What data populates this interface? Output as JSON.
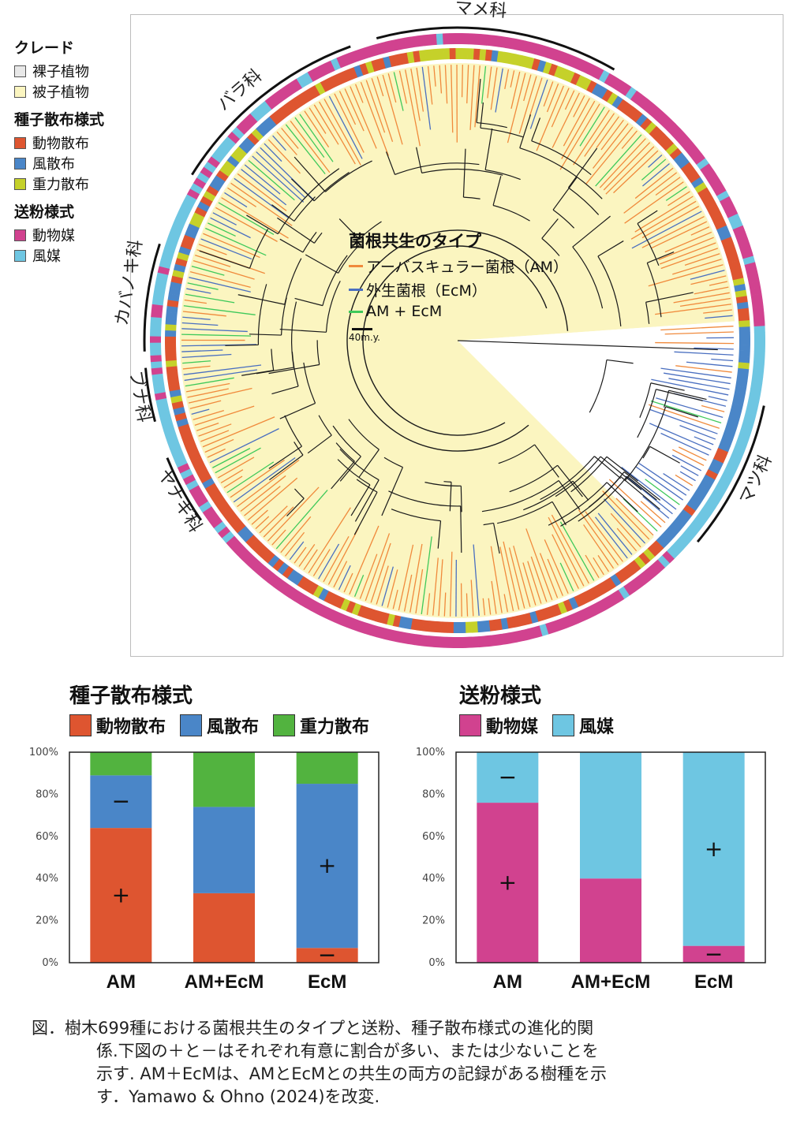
{
  "legend": {
    "clade_title": "クレード",
    "clade_items": [
      {
        "label": "裸子植物",
        "color": "#e8e8e8"
      },
      {
        "label": "被子植物",
        "color": "#fbf5c0"
      }
    ],
    "seed_title": "種子散布様式",
    "seed_items": [
      {
        "label": "動物散布",
        "color": "#de5530"
      },
      {
        "label": "風散布",
        "color": "#4a86c8"
      },
      {
        "label": "重力散布",
        "color": "#c5d12a"
      }
    ],
    "pollen_title": "送粉様式",
    "pollen_items": [
      {
        "label": "動物媒",
        "color": "#d1428f"
      },
      {
        "label": "風媒",
        "color": "#6ec6e2"
      }
    ]
  },
  "tree": {
    "families": [
      "マメ科",
      "バラ科",
      "カバノキ科",
      "ブナ科",
      "ヤナギ科",
      "マツ科"
    ],
    "inner_legend_title": "菌根共生のタイプ",
    "inner_legend_items": [
      {
        "label": "アーバスキュラー菌根（AM）",
        "color": "#f08a3c"
      },
      {
        "label": "外生菌根（EcM）",
        "color": "#4a6fc0"
      },
      {
        "label": "AM + EcM",
        "color": "#3ec95a"
      }
    ],
    "scale_label": "40m.y."
  },
  "charts": [
    {
      "title": "種子散布様式",
      "legend": [
        {
          "label": "動物散布",
          "color": "#de5530"
        },
        {
          "label": "風散布",
          "color": "#4a86c8"
        },
        {
          "label": "重力散布",
          "color": "#52b33f"
        }
      ],
      "yticks": [
        "100%",
        "80%",
        "60%",
        "40%",
        "20%",
        "0%"
      ],
      "chart_data": {
        "type": "bar",
        "stacked": true,
        "categories": [
          "AM",
          "AM+EcM",
          "EcM"
        ],
        "series": [
          {
            "name": "動物散布",
            "values": [
              64,
              33,
              7
            ]
          },
          {
            "name": "風散布",
            "values": [
              25,
              41,
              78
            ]
          },
          {
            "name": "重力散布",
            "values": [
              11,
              26,
              15
            ]
          }
        ],
        "ylim": [
          0,
          100
        ],
        "annotations": [
          {
            "category": "AM",
            "series": "動物散布",
            "sign": "+"
          },
          {
            "category": "AM",
            "series": "風散布",
            "sign": "−"
          },
          {
            "category": "EcM",
            "series": "風散布",
            "sign": "+"
          },
          {
            "category": "EcM",
            "series": "動物散布",
            "sign": "−"
          }
        ]
      }
    },
    {
      "title": "送粉様式",
      "legend": [
        {
          "label": "動物媒",
          "color": "#d1428f"
        },
        {
          "label": "風媒",
          "color": "#6ec6e2"
        }
      ],
      "yticks": [
        "100%",
        "80%",
        "60%",
        "40%",
        "20%",
        "0%"
      ],
      "chart_data": {
        "type": "bar",
        "stacked": true,
        "categories": [
          "AM",
          "AM+EcM",
          "EcM"
        ],
        "series": [
          {
            "name": "動物媒",
            "values": [
              76,
              40,
              8
            ]
          },
          {
            "name": "風媒",
            "values": [
              24,
              60,
              92
            ]
          }
        ],
        "ylim": [
          0,
          100
        ],
        "annotations": [
          {
            "category": "AM",
            "series": "動物媒",
            "sign": "+"
          },
          {
            "category": "AM",
            "series": "風媒",
            "sign": "−"
          },
          {
            "category": "EcM",
            "series": "風媒",
            "sign": "+"
          },
          {
            "category": "EcM",
            "series": "動物媒",
            "sign": "−"
          }
        ]
      }
    }
  ],
  "caption": {
    "line1": "図．樹木699種における菌根共生のタイプと送粉、種子散布様式の進化的関",
    "line2": "係.下図の＋と－はそれぞれ有意に割合が多い、または少ないことを",
    "line3": "示す. AM＋EcMは、AMとEcMとの共生の両方の記録がある樹種を示",
    "line4": "す．Yamawo & Ohno (2024)を改変."
  }
}
